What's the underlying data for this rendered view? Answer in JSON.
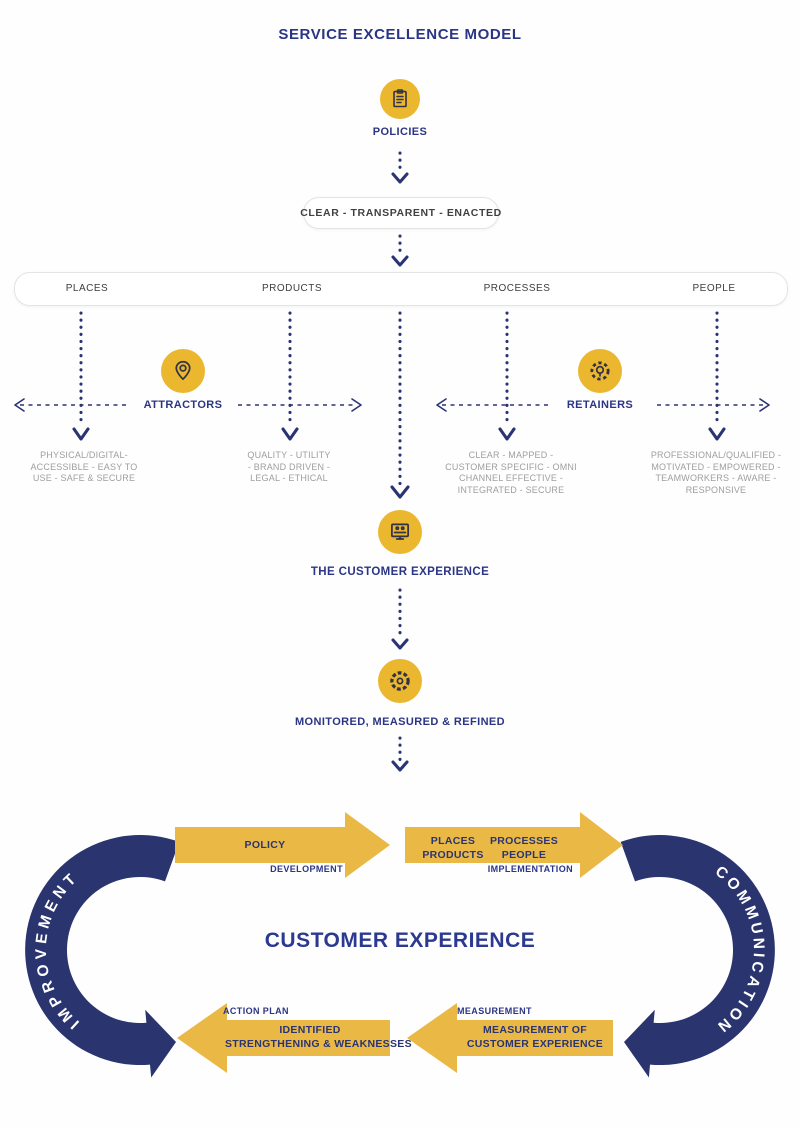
{
  "title": "SERVICE EXCELLENCE MODEL",
  "policies": {
    "label": "POLICIES"
  },
  "clarity_pill": "CLEAR - TRANSPARENT - ENACTED",
  "pillars": {
    "items": [
      {
        "label": "PLACES",
        "desc": [
          "PHYSICAL/DIGITAL-",
          "ACCESSIBLE - EASY TO",
          "USE - SAFE & SECURE"
        ]
      },
      {
        "label": "PRODUCTS",
        "desc": [
          "QUALITY - UTILITY",
          "- BRAND DRIVEN -",
          "LEGAL - ETHICAL"
        ]
      },
      {
        "label": "PROCESSES",
        "desc": [
          "CLEAR - MAPPED -",
          "CUSTOMER SPECIFIC - OMNI",
          "CHANNEL EFFECTIVE -",
          "INTEGRATED - SECURE"
        ]
      },
      {
        "label": "PEOPLE",
        "desc": [
          "PROFESSIONAL/QUALIFIED -",
          "MOTIVATED - EMPOWERED -",
          "TEAMWORKERS - AWARE -",
          "RESPONSIVE"
        ]
      }
    ]
  },
  "attractors": {
    "label": "ATTRACTORS"
  },
  "retainers": {
    "label": "RETAINERS"
  },
  "customer_experience": {
    "label": "THE CUSTOMER EXPERIENCE"
  },
  "monitored": {
    "label": "MONITORED, MEASURED & REFINED"
  },
  "cycle": {
    "improvement": "IMPROVEMENT",
    "communication": "COMMUNICATION",
    "center_title": "CUSTOMER EXPERIENCE",
    "policy_arrow": {
      "label": "POLICY",
      "sublabel": "DEVELOPMENT"
    },
    "implementation_arrow": {
      "line1": "PLACES",
      "line2": "PRODUCTS",
      "line3": "PROCESSES",
      "line4": "PEOPLE",
      "sublabel": "IMPLEMENTATION"
    },
    "measurement_arrow": {
      "sublabel": "MEASUREMENT",
      "line1": "MEASUREMENT OF",
      "line2": "CUSTOMER EXPERIENCE"
    },
    "action_arrow": {
      "sublabel": "ACTION PLAN",
      "line1": "IDENTIFIED",
      "line2": "STRENGTHENING & WEAKNESSES"
    }
  },
  "colors": {
    "navy": "#2a3472",
    "navy_text": "#2b3990",
    "yellow_circle": "#eab72e",
    "yellow_arrow": "#eab945"
  }
}
